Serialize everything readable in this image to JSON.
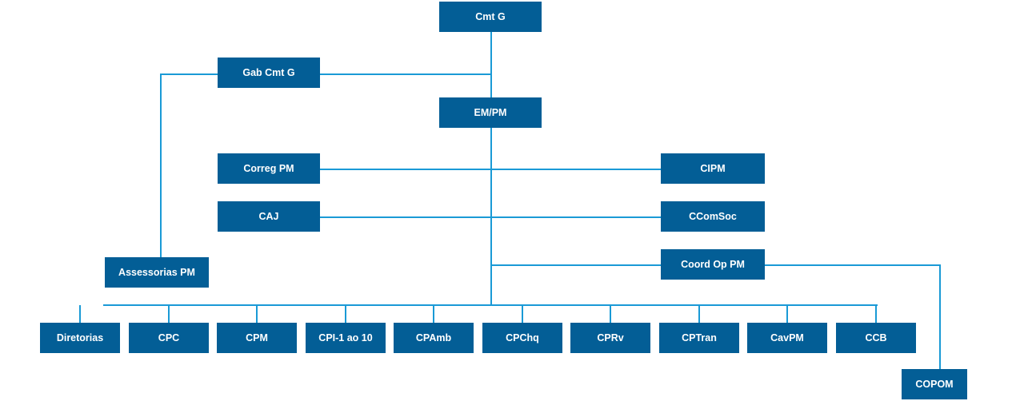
{
  "diagram": {
    "colors": {
      "box_fill": "#035e96",
      "box_text": "#ffffff",
      "connector": "#1a9ad6",
      "background": "#ffffff"
    },
    "nodes": {
      "cmt_g": "Cmt G",
      "gab_cmt_g": "Gab Cmt G",
      "em_pm": "EM/PM",
      "correg_pm": "Correg PM",
      "cipm": "CIPM",
      "caj": "CAJ",
      "ccomsoc": "CComSoc",
      "assessorias_pm": "Assessorias PM",
      "coord_op_pm": "Coord Op PM",
      "copom": "COPOM",
      "subordinates": [
        "Diretorias",
        "CPC",
        "CPM",
        "CPI-1 ao 10",
        "CPAmb",
        "CPChq",
        "CPRv",
        "CPTran",
        "CavPM",
        "CCB"
      ]
    }
  }
}
